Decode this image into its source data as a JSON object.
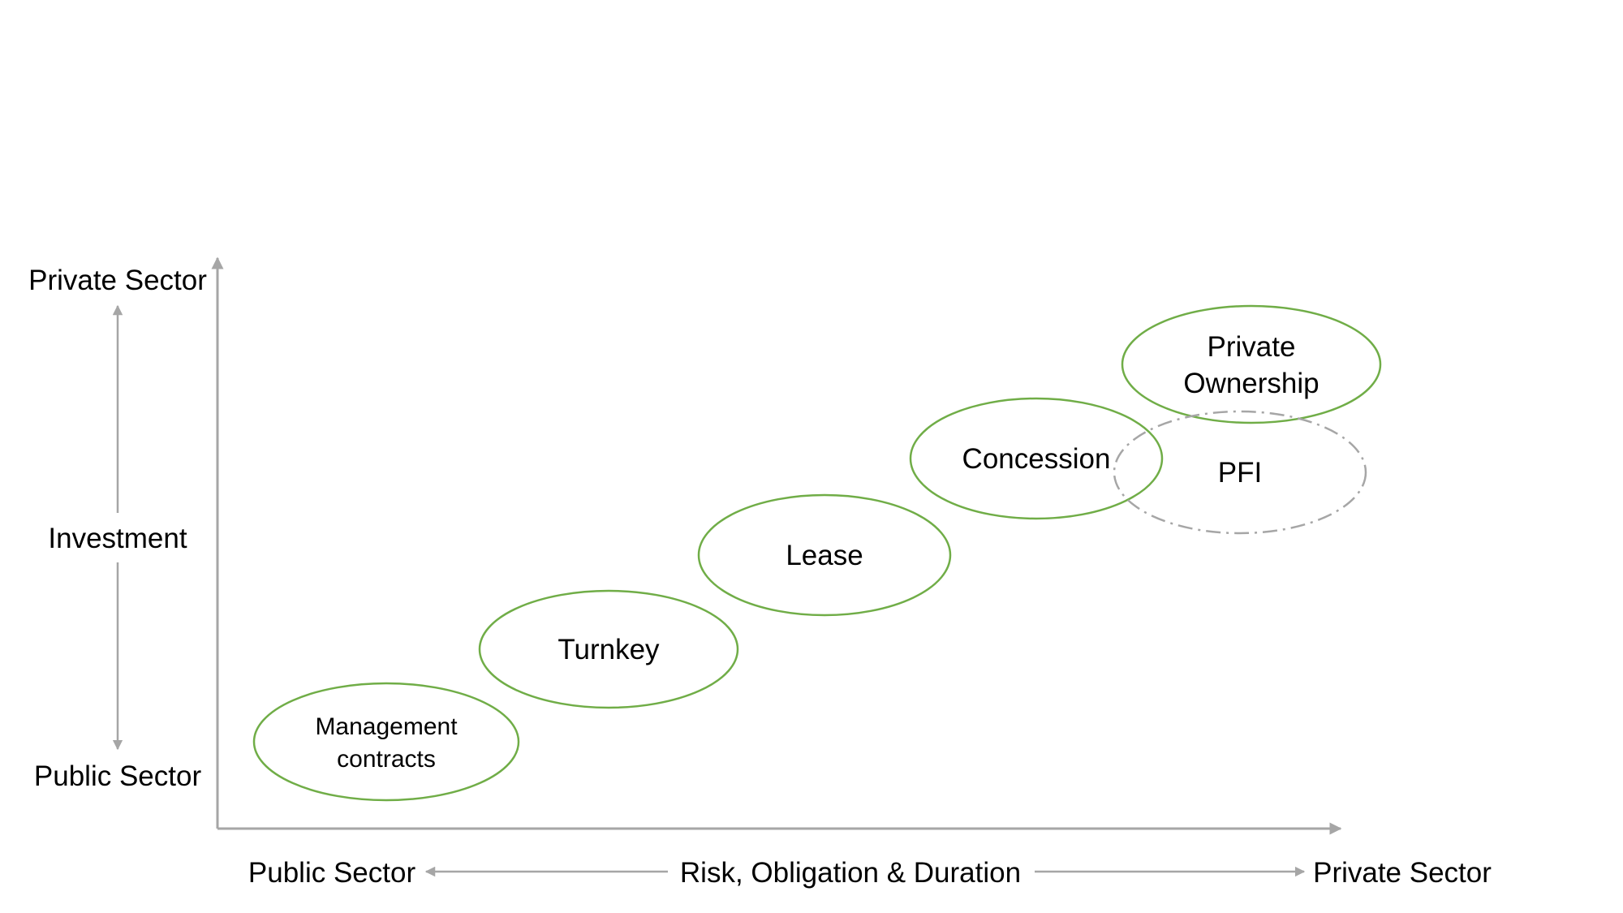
{
  "colors": {
    "node_stroke": "#70ad47",
    "dashed_stroke": "#a6a6a6",
    "axis": "#a6a6a6",
    "text": "#000000",
    "background": "#ffffff"
  },
  "y_axis": {
    "top_label": "Private Sector",
    "middle_label": "Investment",
    "bottom_label": "Public Sector"
  },
  "x_axis": {
    "left_label": "Public Sector",
    "middle_label": "Risk, Obligation & Duration",
    "right_label": "Private Sector"
  },
  "nodes": {
    "management": {
      "line1": "Management",
      "line2": "contracts"
    },
    "turnkey": {
      "label": "Turnkey"
    },
    "lease": {
      "label": "Lease"
    },
    "concession": {
      "label": "Concession"
    },
    "private_ownership": {
      "line1": "Private",
      "line2": "Ownership"
    },
    "pfi": {
      "label": "PFI",
      "style": "dash-dot"
    }
  }
}
